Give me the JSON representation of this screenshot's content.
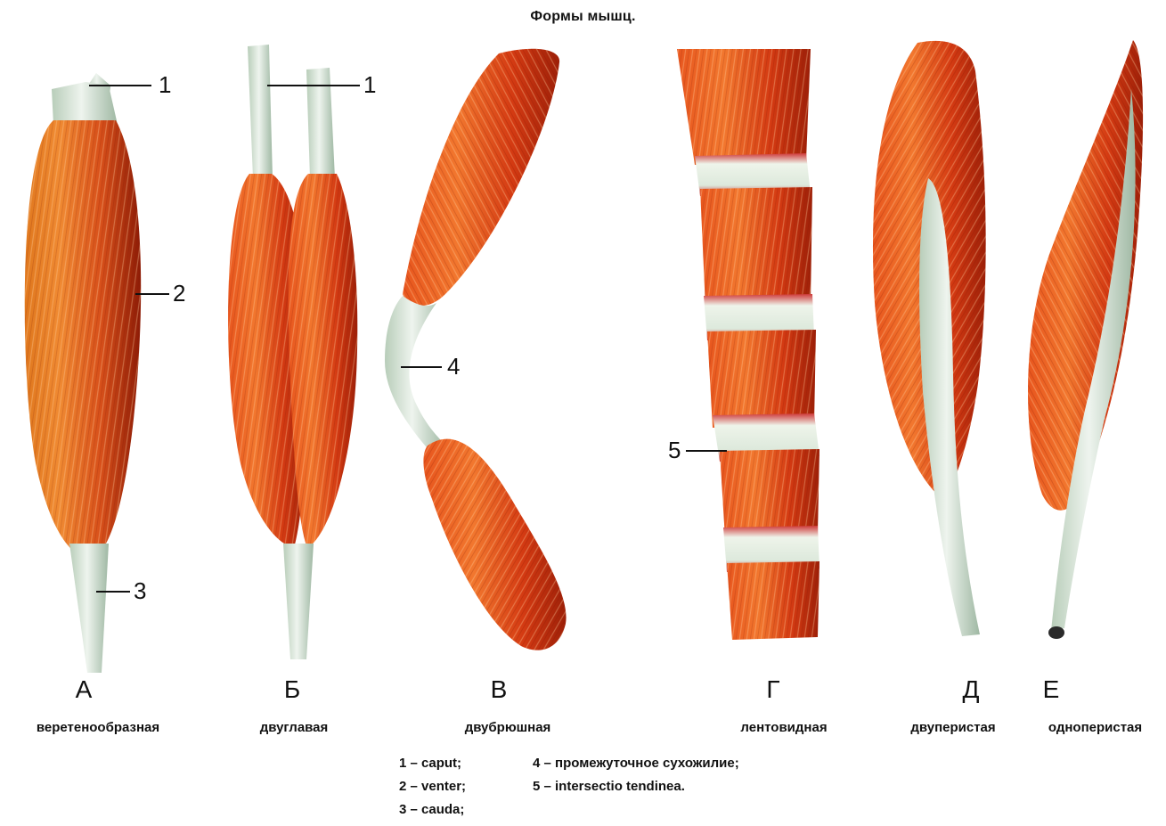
{
  "title": "Формы мышц.",
  "numbers": {
    "n1a": "1",
    "n1b": "1",
    "n2": "2",
    "n3": "3",
    "n4": "4",
    "n5": "5"
  },
  "muscles": [
    {
      "letter": "А",
      "caption": "веретенообразная"
    },
    {
      "letter": "Б",
      "caption": "двуглавая"
    },
    {
      "letter": "В",
      "caption": "двубрюшная"
    },
    {
      "letter": "Г",
      "caption": "лентовидная"
    },
    {
      "letter": "Д",
      "caption": "двуперистая"
    },
    {
      "letter": "Е",
      "caption": "одноперистая"
    }
  ],
  "legend": [
    "1 – caput;",
    "2 – venter;",
    "3 – cauda;",
    "4 – промежуточное сухожилие;",
    "5 – intersectio tendinea."
  ],
  "colors": {
    "muscle_light": "#f0662a",
    "muscle_mid": "#d23a12",
    "muscle_dark": "#9b1f08",
    "tendon": "#dfe9df",
    "tendon_shade": "#a9c1ad"
  }
}
